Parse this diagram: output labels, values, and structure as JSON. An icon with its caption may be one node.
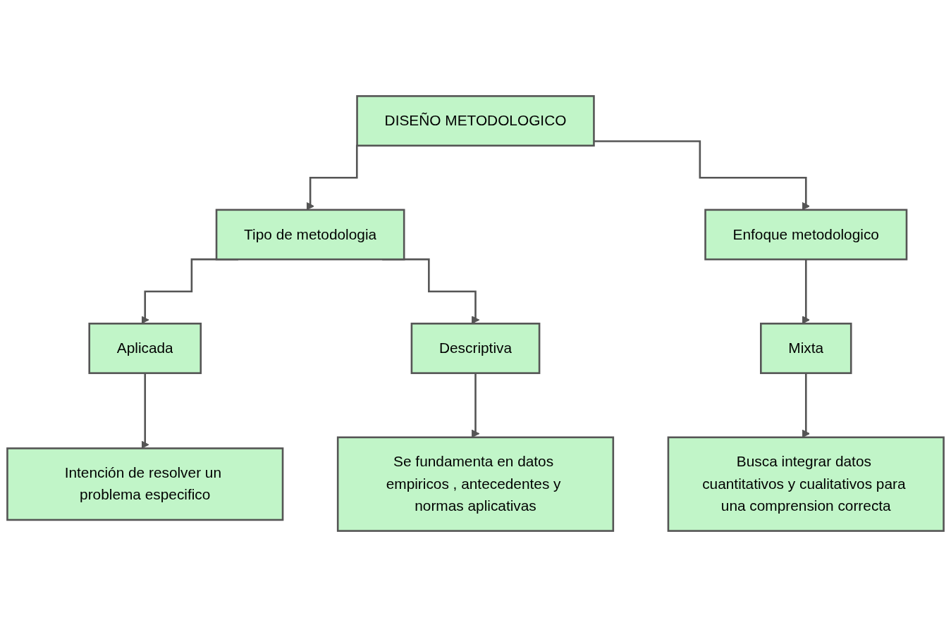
{
  "diagram": {
    "nodes": [
      {
        "text": [
          "DISEÑO METODOLOGICO"
        ]
      },
      {
        "text": [
          "Tipo de metodologia"
        ]
      },
      {
        "text": [
          "Enfoque metodologico"
        ]
      },
      {
        "text": [
          "Aplicada"
        ]
      },
      {
        "text": [
          "Descriptiva"
        ]
      },
      {
        "text": [
          "Mixta"
        ]
      },
      {
        "text": [
          "Intención de resolver un problema especifico"
        ]
      },
      {
        "text": [
          "Se fundamenta en datos empiricos , antecedentes y normas aplicativas"
        ]
      },
      {
        "text": [
          "Busca integrar datos cuantitativos y cualitativos para una comprension correcta"
        ]
      }
    ],
    "edges": [
      {
        "from": 0,
        "to": 1,
        "arrow": "to"
      },
      {
        "from": 0,
        "to": 2,
        "arrow": "to"
      },
      {
        "from": 1,
        "to": 3,
        "arrow": "to"
      },
      {
        "from": 1,
        "to": 4,
        "arrow": "to"
      },
      {
        "from": 2,
        "to": 5,
        "arrow": "to"
      },
      {
        "from": 3,
        "to": 6,
        "arrow": "to"
      },
      {
        "from": 4,
        "to": 7,
        "arrow": "to"
      },
      {
        "from": 5,
        "to": 8,
        "arrow": "to"
      }
    ]
  }
}
